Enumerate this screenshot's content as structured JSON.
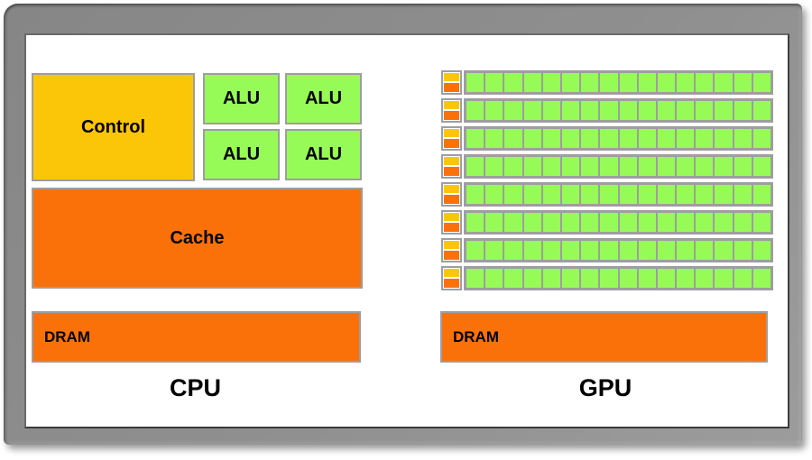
{
  "colors": {
    "gold": "#FCC608",
    "green": "#97FB57",
    "orange": "#FB7109",
    "block_border": "#9E9E9E",
    "frame": "#8E8E8E",
    "text": "#000000"
  },
  "cpu": {
    "control_label": "Control",
    "alus": [
      "ALU",
      "ALU",
      "ALU",
      "ALU"
    ],
    "cache_label": "Cache",
    "dram_label": "DRAM",
    "label": "CPU"
  },
  "gpu": {
    "rows": 8,
    "columns": 16,
    "dram_label": "DRAM",
    "label": "GPU"
  }
}
